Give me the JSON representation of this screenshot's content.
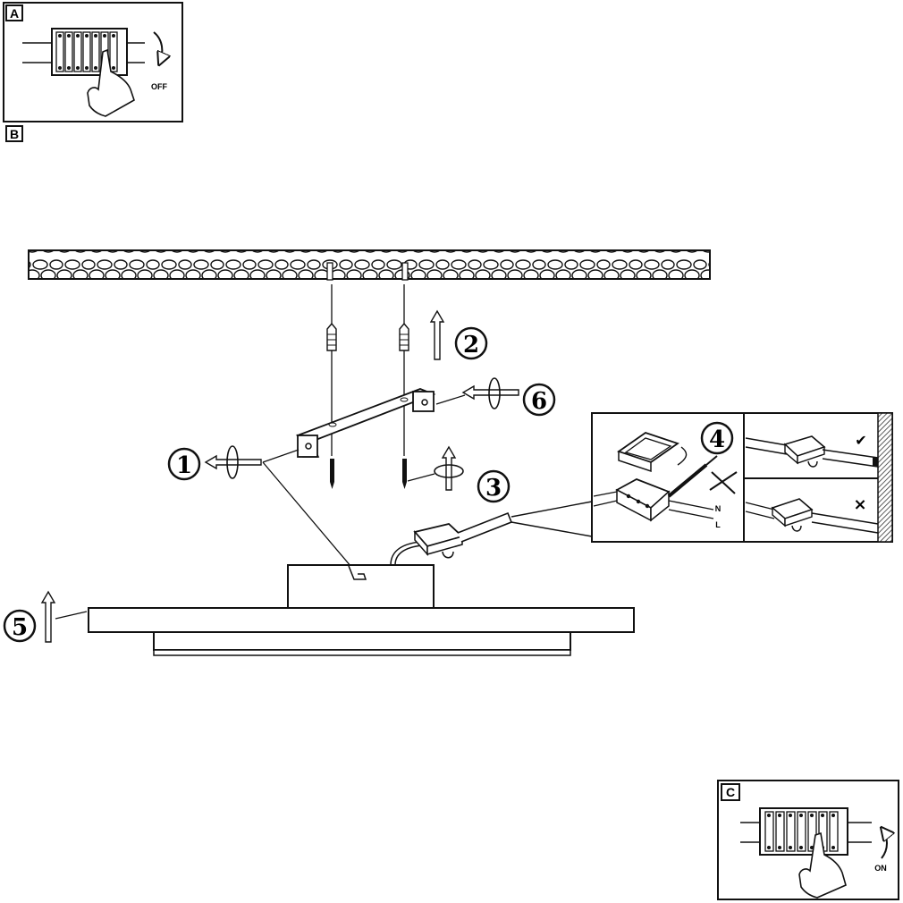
{
  "panels": {
    "a": {
      "letter": "A",
      "switch_label": "OFF"
    },
    "b": {
      "letter": "B"
    },
    "c": {
      "letter": "C",
      "switch_label": "ON"
    }
  },
  "steps": [
    "1",
    "2",
    "3",
    "4",
    "5",
    "6"
  ],
  "wiring_detail": {
    "label_n": "N",
    "label_l": "L",
    "correct_mark": "✔",
    "wrong_mark": "×"
  }
}
